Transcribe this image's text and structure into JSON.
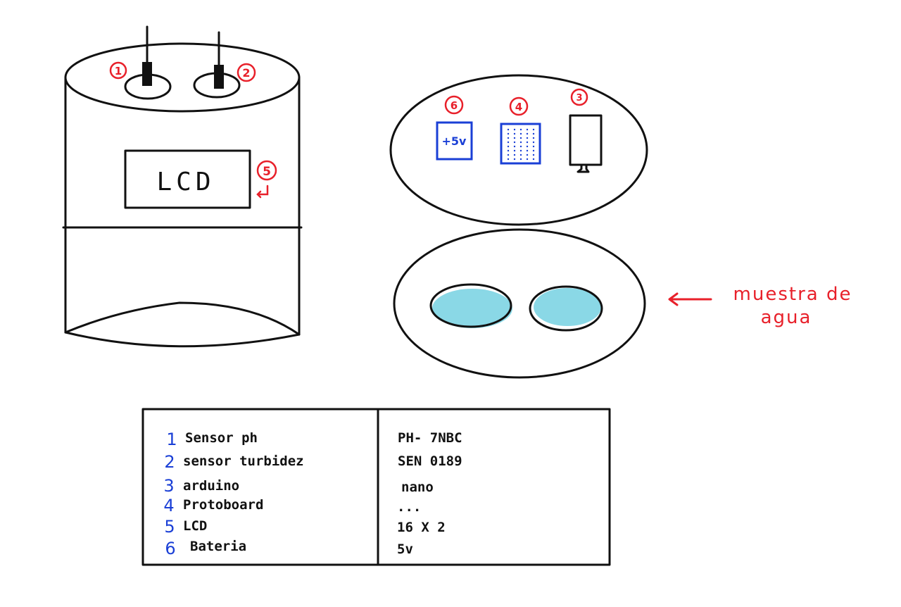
{
  "cylinder": {
    "lcd_label": "LCD",
    "markers": {
      "probe1": "1",
      "probe2": "2",
      "lcd": "5"
    }
  },
  "top_view": {
    "battery_label": "+5v",
    "markers": {
      "battery": "6",
      "protoboard": "4",
      "arduino": "3"
    }
  },
  "bottom_view": {
    "annotation_line1": "muestra de",
    "annotation_line2": "agua"
  },
  "legend": {
    "rows": [
      {
        "num": "1",
        "name": "Sensor ph",
        "value": "PH- 7NBC"
      },
      {
        "num": "2",
        "name": "sensor turbidez",
        "value": "SEN 0189"
      },
      {
        "num": "3",
        "name": "arduino",
        "value": "nano"
      },
      {
        "num": "4",
        "name": "Protoboard",
        "value": "..."
      },
      {
        "num": "5",
        "name": "LCD",
        "value": "16 X 2"
      },
      {
        "num": "6",
        "name": "Bateria",
        "value": "5v"
      }
    ]
  },
  "colors": {
    "ink": "#111111",
    "marker_red": "#e8202a",
    "legend_blue": "#1a3fd6",
    "component_blue": "#1a3fd6",
    "water": "#8ad8e6"
  }
}
